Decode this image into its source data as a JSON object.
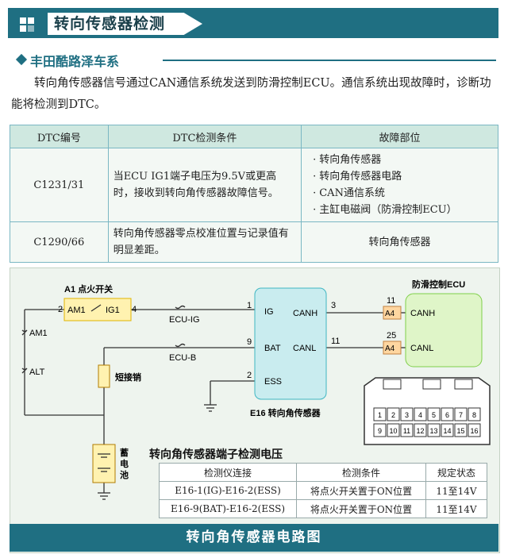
{
  "header": {
    "title": "转向传感器检测"
  },
  "section": {
    "title": "丰田酷路泽车系"
  },
  "paragraph": "转向角传感器信号通过CAN通信系统发送到防滑控制ECU。通信系统出现故障时，诊断功能将检测到DTC。",
  "dtc_table": {
    "headers": [
      "DTC编号",
      "DTC检测条件",
      "故障部位"
    ],
    "rows": [
      {
        "code": "C1231/31",
        "condition": "当ECU IG1端子电压为9.5V或更高时，接收到转向角传感器故障信号。",
        "faults": [
          "转向角传感器",
          "转向角传感器电路",
          "CAN通信系统",
          "主缸电磁阀（防滑控制ECU）"
        ]
      },
      {
        "code": "C1290/66",
        "condition": "转向角传感器零点校准位置与记录值有明显差距。",
        "fault": "转向角传感器"
      }
    ]
  },
  "circuit": {
    "ignition_switch": "A1 点火开关",
    "am1": "AM1",
    "ig1": "IG1",
    "pin2": "2",
    "pin4": "4",
    "fuse_am1": "AM1",
    "fuse_alt": "ALT",
    "ecu_ig": "ECU-IG",
    "ecu_b": "ECU-B",
    "short_pin": "短接销",
    "battery": "蓄电池",
    "sensor_label": "E16 转向角传感器",
    "sensor_pins": [
      {
        "num": "1",
        "name": "IG"
      },
      {
        "num": "9",
        "name": "BAT"
      },
      {
        "num": "2",
        "name": "ESS"
      }
    ],
    "sensor_out": [
      {
        "name": "CANH",
        "num": "3"
      },
      {
        "name": "CANL",
        "num": "11"
      }
    ],
    "ecu_label": "防滑控制ECU",
    "ecu_pins": [
      {
        "num": "11",
        "conn": "A4",
        "name": "CANH"
      },
      {
        "num": "25",
        "conn": "A4",
        "name": "CANL"
      }
    ],
    "connector_pins_top": [
      "1",
      "2",
      "3",
      "4",
      "5",
      "6",
      "7",
      "8"
    ],
    "connector_pins_bottom": [
      "9",
      "10",
      "11",
      "12",
      "13",
      "14",
      "15",
      "16"
    ],
    "footer": "转向角传感器电路图"
  },
  "voltage_table": {
    "title": "转向角传感器端子检测电压",
    "headers": [
      "检测仪连接",
      "检测条件",
      "规定状态"
    ],
    "rows": [
      [
        "E16-1(IG)-E16-2(ESS)",
        "将点火开关置于ON位置",
        "11至14V"
      ],
      [
        "E16-9(BAT)-E16-2(ESS)",
        "将点火开关置于ON位置",
        "11至14V"
      ]
    ]
  },
  "colors": {
    "accent": "#1f6f82",
    "sensor_fill": "#c9ecef",
    "ecu_fill": "#dff5c8",
    "switch_fill": "#fff2b0",
    "connector_fill": "#ffd6a0"
  }
}
